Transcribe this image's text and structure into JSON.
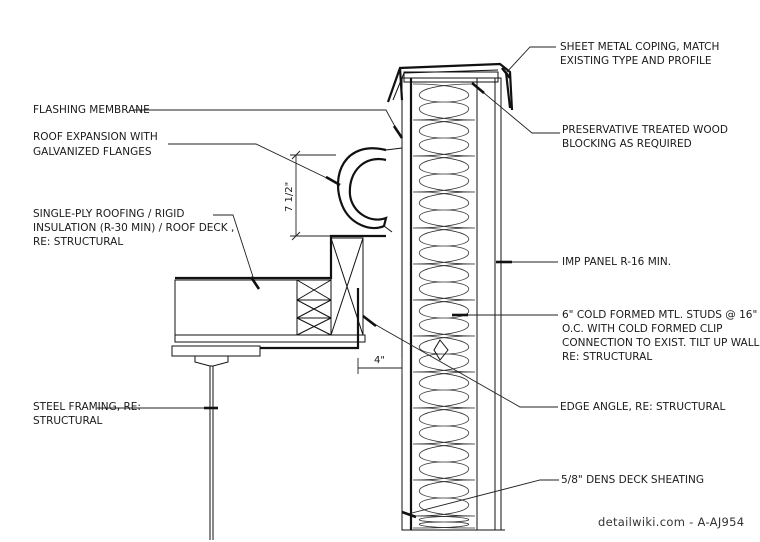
{
  "labels": {
    "sheet_metal_coping": [
      "SHEET METAL COPING, MATCH",
      "EXISTING TYPE AND PROFILE"
    ],
    "flashing_membrane": [
      "FLASHING MEMBRANE"
    ],
    "preservative_blocking": [
      "PRESERVATIVE TREATED WOOD",
      "BLOCKING AS REQUIRED"
    ],
    "roof_expansion": [
      "ROOF EXPANSION WITH",
      "GALVANIZED FLANGES"
    ],
    "single_ply_roofing": [
      "SINGLE-PLY ROOFING / RIGID",
      "INSULATION (R-30 MIN) / ROOF DECK ,",
      "RE: STRUCTURAL"
    ],
    "imp_panel": [
      "IMP PANEL R-16 MIN."
    ],
    "cold_formed_studs": [
      "6\" COLD FORMED MTL. STUDS @ 16\"",
      "O.C. WITH COLD FORMED CLIP",
      "CONNECTION TO EXIST. TILT UP WALL,",
      "RE: STRUCTURAL"
    ],
    "steel_framing": [
      "STEEL FRAMING, RE:",
      "STRUCTURAL"
    ],
    "edge_angle": [
      "EDGE ANGLE, RE: STRUCTURAL"
    ],
    "dens_deck": [
      "5/8\" DENS DECK SHEATING"
    ]
  },
  "dimensions": {
    "height_dim": "7 1/2\"",
    "gap_dim": "4\""
  },
  "watermark": "detailwiki.com - A-AJ954"
}
